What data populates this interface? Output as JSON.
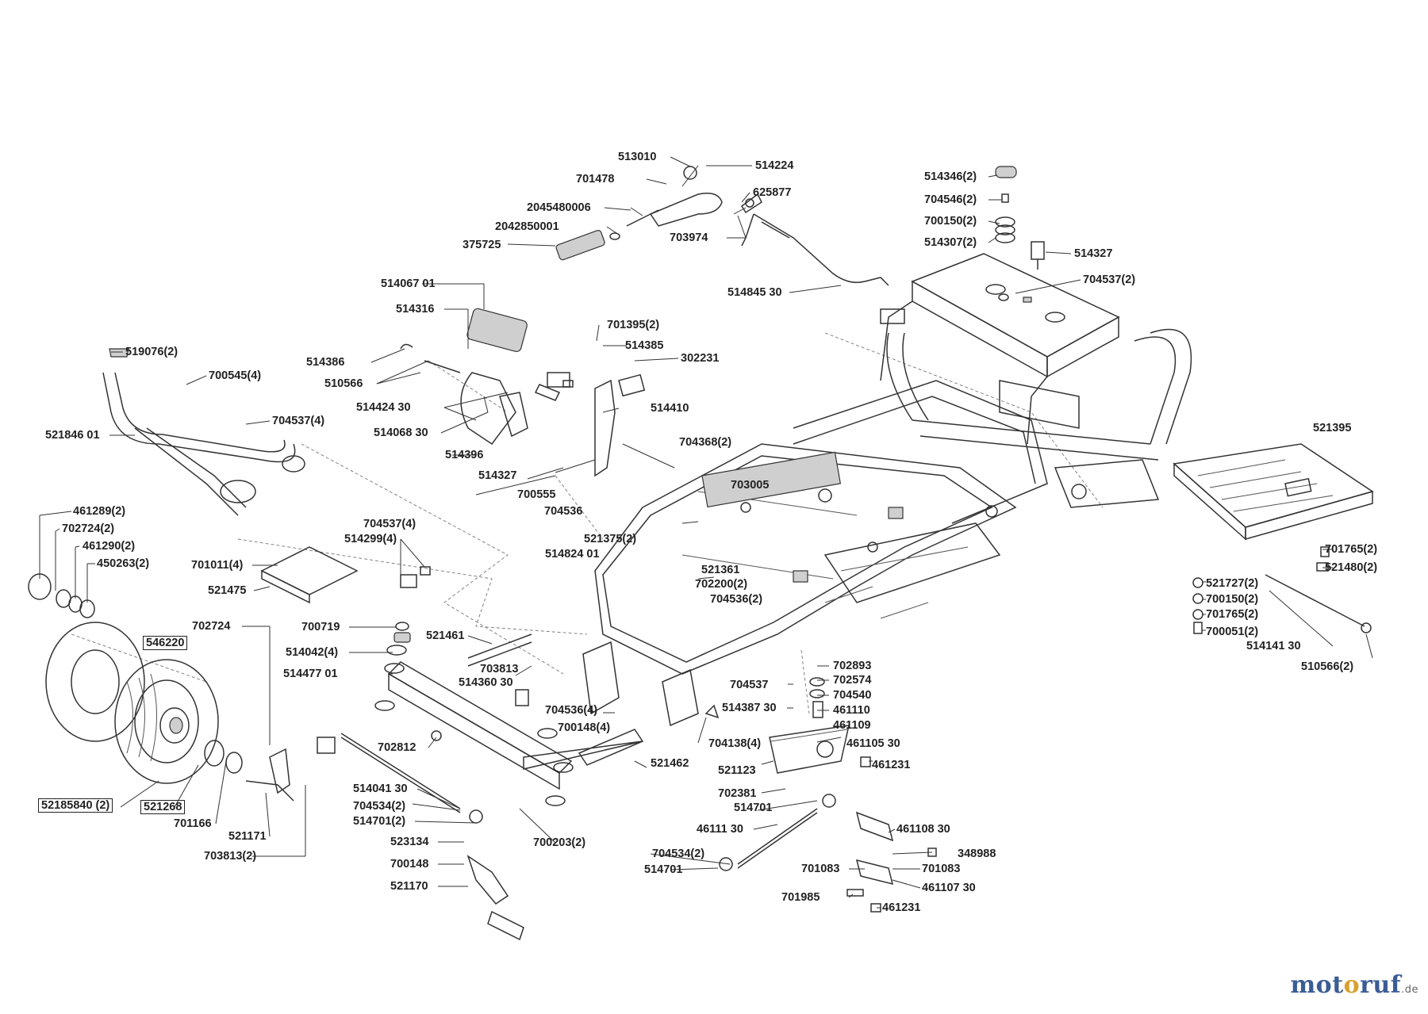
{
  "labels": {
    "l513010": "513010",
    "l514224": "514224",
    "l701478": "701478",
    "l625877": "625877",
    "l2045480006": "2045480006",
    "l2042850001": "2042850001",
    "l703974": "703974",
    "l375725": "375725",
    "l514346": "514346(2)",
    "l704546": "704546(2)",
    "l700150a": "700150(2)",
    "l514307": "514307(2)",
    "l514327a": "514327",
    "l704537a": "704537(2)",
    "l514845": "514845 30",
    "l51406701": "514067 01",
    "l514316": "514316",
    "l701395": "701395(2)",
    "l514385": "514385",
    "l302231": "302231",
    "l519076": "519076(2)",
    "l514386": "514386",
    "l700545": "700545(4)",
    "l510566": "510566",
    "l514424": "514424 30",
    "l514410": "514410",
    "l704537b": "704537(4)",
    "l514068": "514068 30",
    "l52184601": "521846 01",
    "l514396": "514396",
    "l704368": "704368(2)",
    "l521395": "521395",
    "l514327b": "514327",
    "l700555": "700555",
    "l703005": "703005",
    "l704536a": "704536",
    "l461289": "461289(2)",
    "l702724a": "702724(2)",
    "l461290": "461290(2)",
    "l704537c": "704537(4)",
    "l514299": "514299(4)",
    "l521375": "521375(2)",
    "l450263": "450263(2)",
    "l701011": "701011(4)",
    "l51482401": "514824 01",
    "l701765a": "701765(2)",
    "l521361": "521361",
    "l521480": "521480(2)",
    "l702200": "702200(2)",
    "l521475": "521475",
    "l704536b": "704536(2)",
    "l521727": "521727(2)",
    "l700150b": "700150(2)",
    "l702724b": "702724",
    "l701765b": "701765(2)",
    "l700719": "700719",
    "l700051": "700051(2)",
    "l546220": "546220",
    "l521461": "521461",
    "l514141": "514141 30",
    "l514042": "514042(4)",
    "l702893": "702893",
    "l510566b": "510566(2)",
    "l703813a": "703813",
    "l702574": "702574",
    "l51447701": "514477 01",
    "l514360": "514360 30",
    "l704537d": "704537",
    "l704540": "704540",
    "l514387": "514387 30",
    "l461110": "461110",
    "l704536c": "704536(4)",
    "l461109": "461109",
    "l700148a": "700148(4)",
    "l704138": "704138(4)",
    "l461105": "461105 30",
    "l702812": "702812",
    "l521462": "521462",
    "l521123": "521123",
    "l461231a": "461231",
    "l514041": "514041 30",
    "l702381": "702381",
    "l704534a": "704534(2)",
    "l514701a": "514701",
    "l52185840": "52185840 (2)",
    "l521268": "521268",
    "l514701b": "514701(2)",
    "l701166": "701166",
    "l46111": "46111 30",
    "l461108": "461108 30",
    "l521171": "521171",
    "l523134": "523134",
    "l700203": "700203(2)",
    "l704534b": "704534(2)",
    "l348988": "348988",
    "l703813b": "703813(2)",
    "l700148b": "700148",
    "l514701c": "514701",
    "l701083a": "701083",
    "l701083b": "701083",
    "l521170": "521170",
    "l461107": "461107 30",
    "l701985": "701985",
    "l461231b": "461231"
  },
  "logo": {
    "part1": "mot",
    "part2": "o",
    "part3": "ruf",
    "part4": ".de"
  }
}
